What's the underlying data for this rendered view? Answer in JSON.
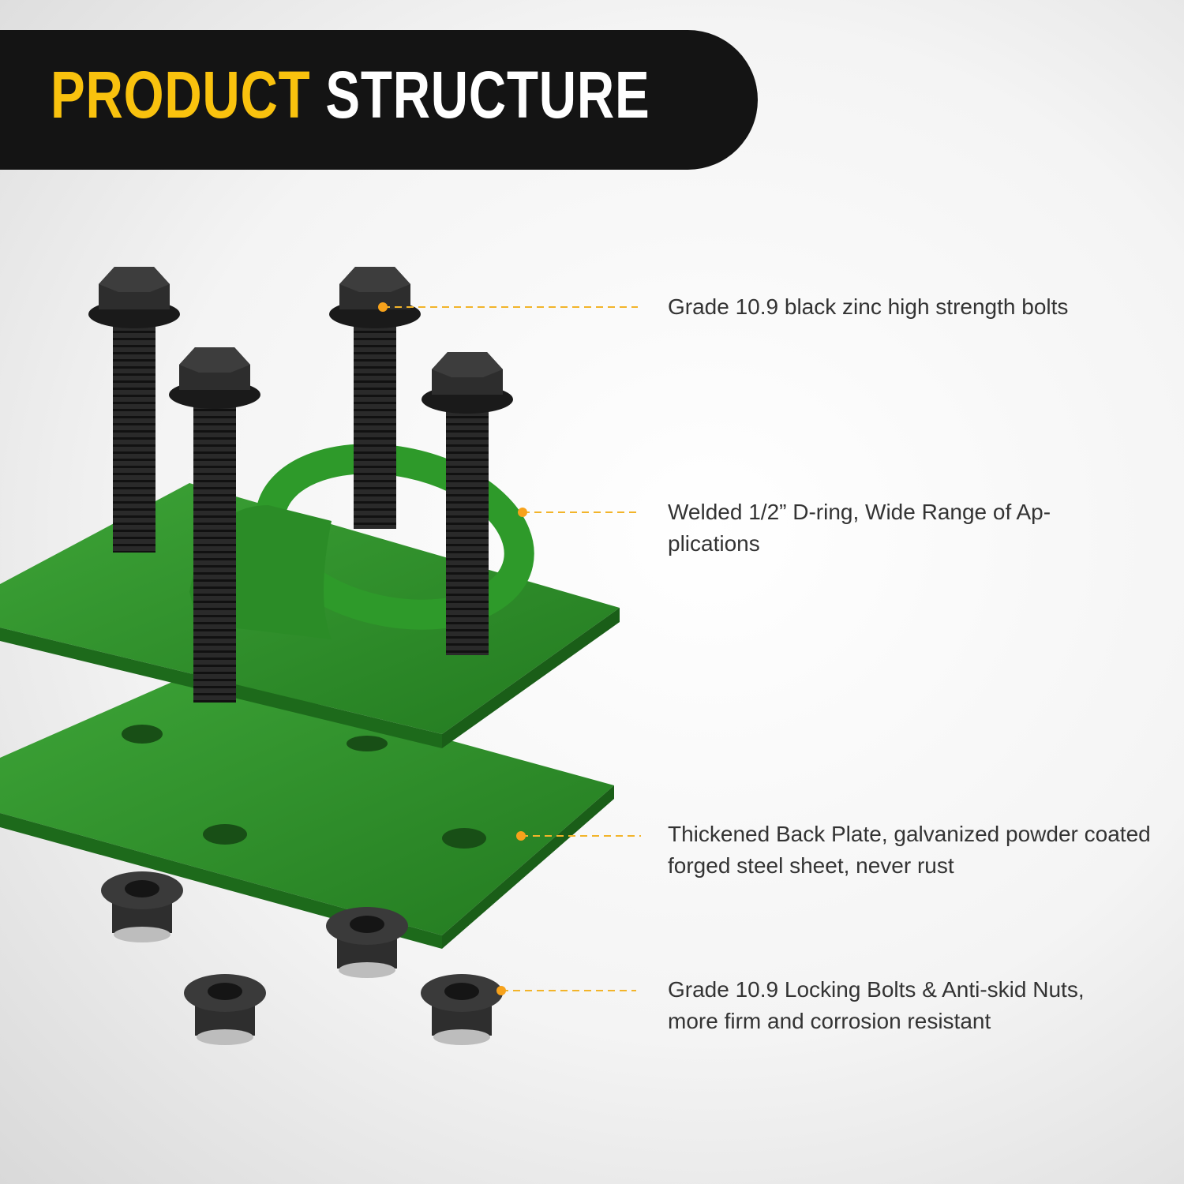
{
  "header": {
    "title_highlight": "PRODUCT",
    "title_rest": "STRUCTURE"
  },
  "colors": {
    "accent_yellow": "#f9c20e",
    "callout_dot": "#f7a21b",
    "plate_green": "#2f8f2a",
    "header_bg": "#141414"
  },
  "callouts": [
    {
      "text": "Grade 10.9 black zinc high strength bolts"
    },
    {
      "text": "Welded 1/2” D-ring, Wide Range of Ap-plications"
    },
    {
      "text": "Thickened Back Plate, galvanized powder coated forged steel sheet, never rust"
    },
    {
      "text": "Grade 10.9 Locking Bolts & Anti-skid Nuts, more firm and corrosion resistant"
    }
  ]
}
